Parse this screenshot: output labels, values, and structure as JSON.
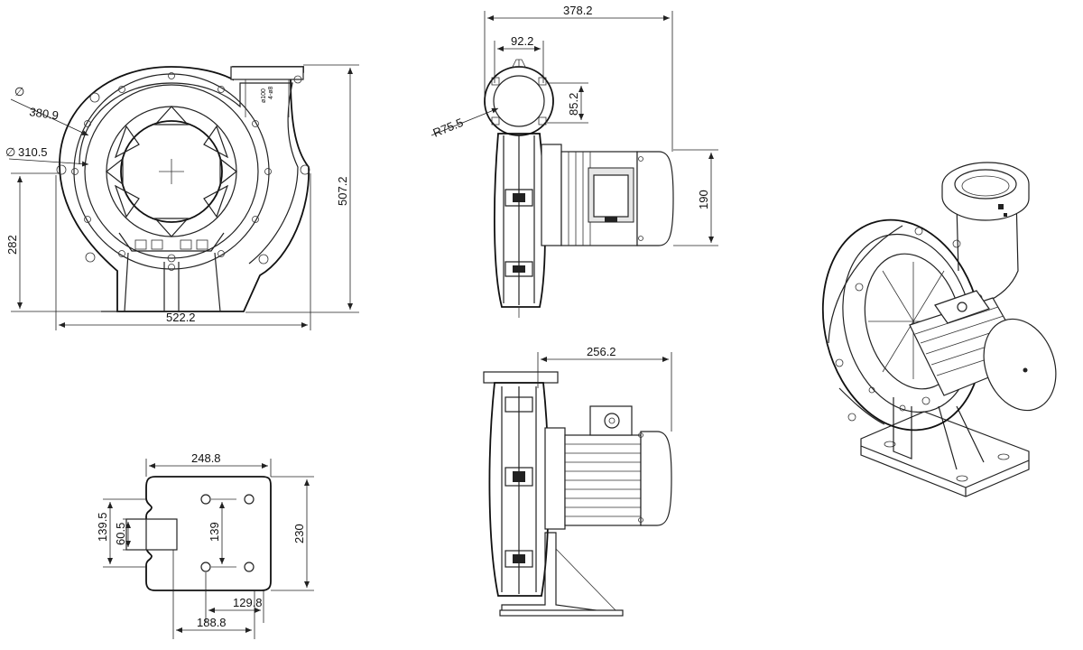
{
  "diagram": {
    "front_view": {
      "outer_diameter": "380.9",
      "inner_diameter": "310.5",
      "diameter_symbol": "∅",
      "height_to_axis": "282",
      "total_height": "507.2",
      "total_width": "522.2",
      "outlet_label_1": "ø100",
      "outlet_label_2": "4-ø8"
    },
    "side_view": {
      "total_length": "378.2",
      "flange_width": "92.2",
      "flange_height": "85.2",
      "radius": "R75.5",
      "motor_height": "190"
    },
    "lower_side_view": {
      "length": "256.2"
    },
    "base_plate": {
      "width": "248.8",
      "height": "230",
      "offset_a": "139.5",
      "offset_b": "60.5",
      "hole_spacing_v": "139",
      "hole_spacing_h": "129.8",
      "edge_offset": "188.8"
    }
  }
}
